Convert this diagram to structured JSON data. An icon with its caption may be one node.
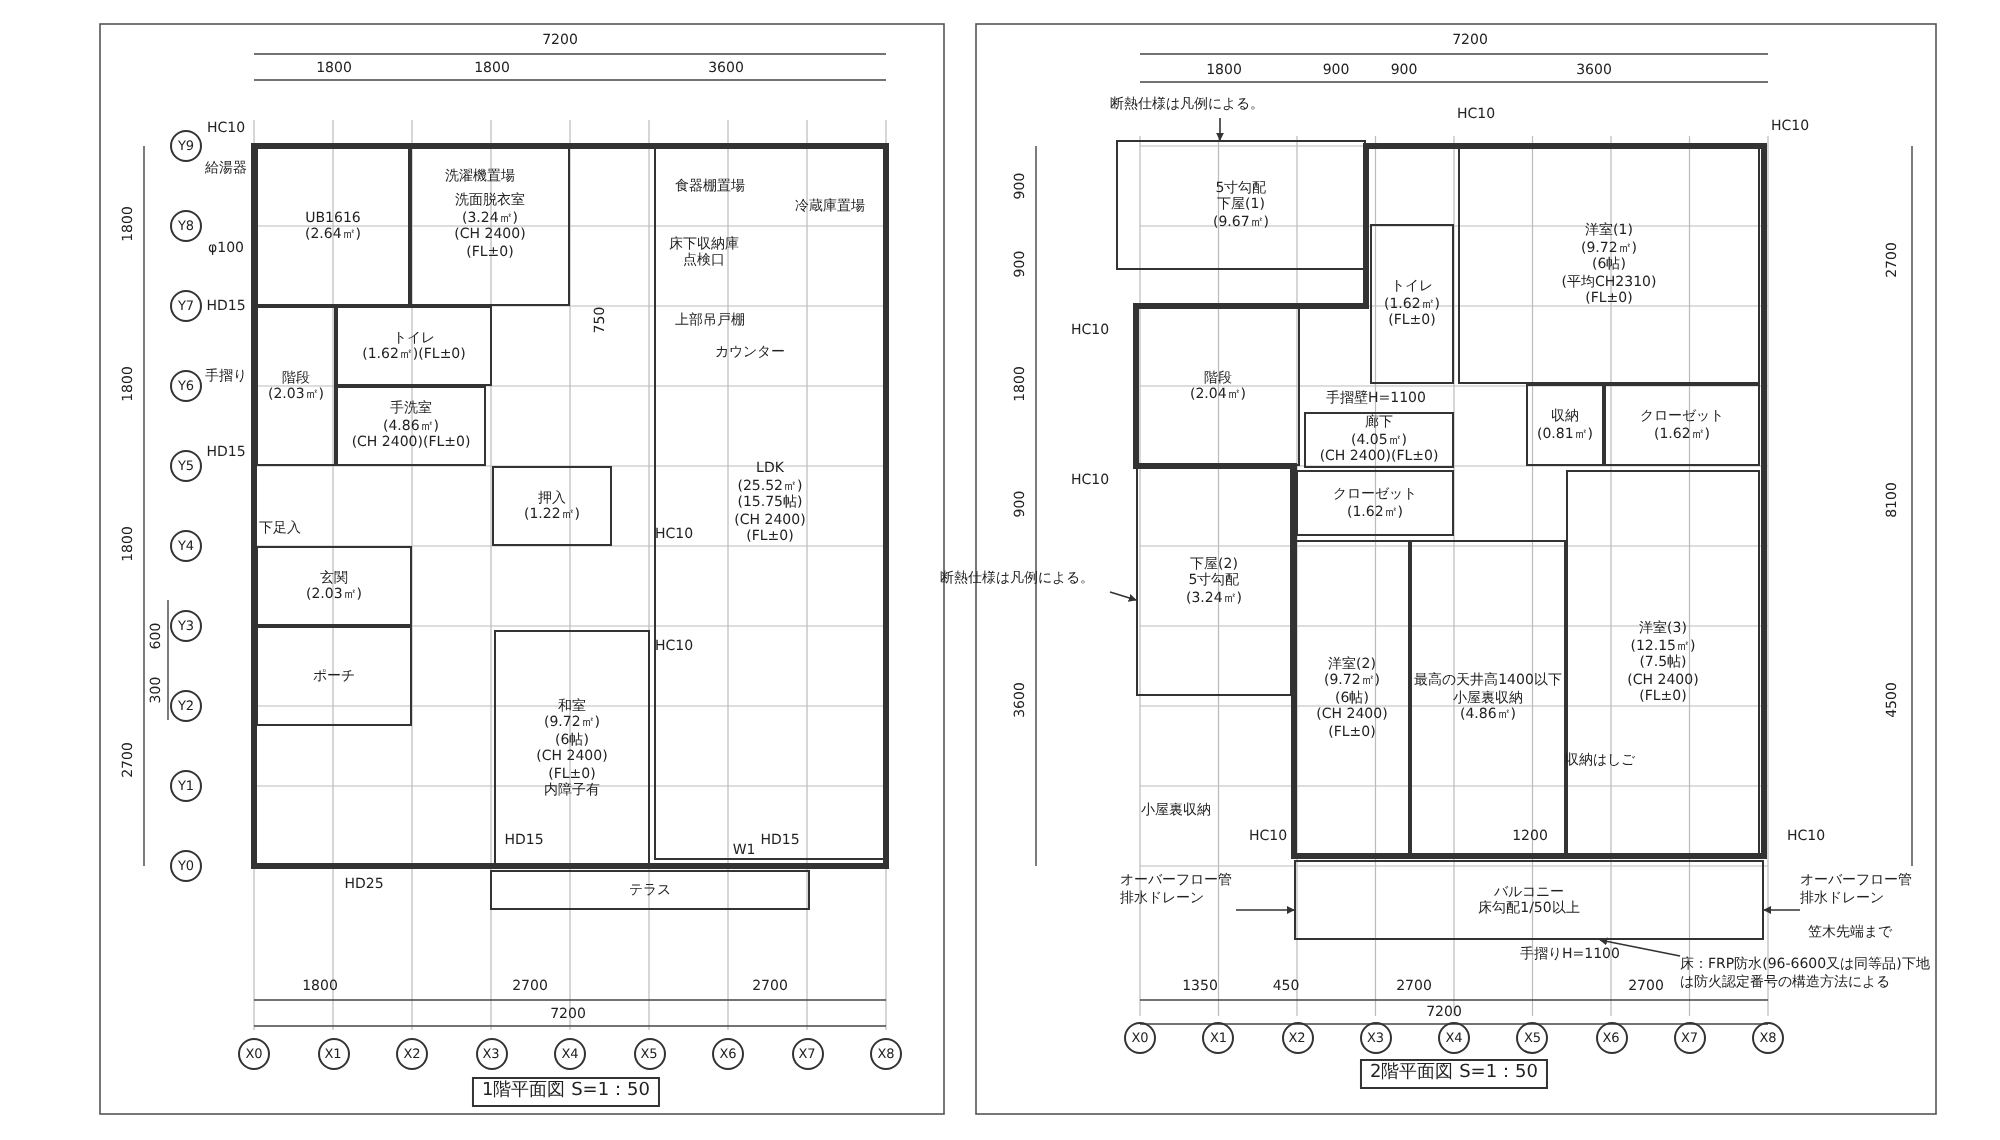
{
  "diagram": {
    "nodes": [
      {
        "text": [
          "UB1616",
          "(2.64㎡)"
        ]
      },
      {
        "text": [
          "洗面脱衣室",
          "(3.24㎡)",
          "(CH 2400)",
          "(FL±0)"
        ]
      },
      {
        "text": [
          "階段",
          "(2.03㎡)"
        ]
      },
      {
        "text": [
          "トイレ",
          "(1.62㎡)(FL±0)"
        ]
      },
      {
        "text": [
          "手洗室",
          "(4.86㎡)",
          "(CH 2400)(FL±0)"
        ]
      },
      {
        "text": [
          "押入",
          "(1.22㎡)"
        ]
      },
      {
        "text": [
          "LDK",
          "(25.52㎡)",
          "(15.75帖)",
          "(CH 2400)",
          "(FL±0)"
        ]
      },
      {
        "text": [
          "玄関",
          "(2.03㎡)"
        ]
      },
      {
        "text": [
          "ポーチ"
        ]
      },
      {
        "text": [
          "和室",
          "(9.72㎡)",
          "(6帖)",
          "(CH 2400)",
          "(FL±0)",
          "内障子有"
        ]
      },
      {
        "text": [
          "テラス"
        ]
      },
      {
        "text": [
          "5寸勾配",
          "下屋(1)",
          "(9.67㎡)"
        ]
      },
      {
        "text": [
          "トイレ",
          "(1.62㎡)",
          "(FL±0)"
        ]
      },
      {
        "text": [
          "洋室(1)",
          "(9.72㎡)",
          "(6帖)",
          "(平均CH2310)",
          "(FL±0)"
        ]
      },
      {
        "text": [
          "階段",
          "(2.04㎡)"
        ]
      },
      {
        "text": [
          "廊下",
          "(4.05㎡)",
          "(CH 2400)(FL±0)"
        ]
      },
      {
        "text": [
          "収納",
          "(0.81㎡)"
        ]
      },
      {
        "text": [
          "クローゼット",
          "(1.62㎡)"
        ]
      },
      {
        "text": [
          "クローゼット",
          "(1.62㎡)"
        ]
      },
      {
        "text": [
          "下屋(2)",
          "5寸勾配",
          "(3.24㎡)"
        ]
      },
      {
        "text": [
          "洋室(2)",
          "(9.72㎡)",
          "(6帖)",
          "(CH 2400)",
          "(FL±0)"
        ]
      },
      {
        "text": [
          "最高の天井高1400以下",
          "小屋裏収納",
          "(4.86㎡)"
        ]
      },
      {
        "text": [
          "洋室(3)",
          "(12.15㎡)",
          "(7.5帖)",
          "(CH 2400)",
          "(FL±0)"
        ]
      },
      {
        "text": [
          "バルコニー",
          "床勾配1/50以上"
        ]
      },
      {
        "text": [
          "断熱仕様は凡例による。"
        ]
      },
      {
        "text": [
          "断熱仕様は凡例による。"
        ]
      },
      {
        "text": [
          "オーバーフロー管排水ドレーン"
        ]
      },
      {
        "text": [
          "オーバーフロー管排水ドレーン"
        ]
      },
      {
        "text": [
          "床：FRP防水(96-6600又は同等品)下地は防火認定番号の構造方法による"
        ]
      }
    ],
    "edges": [
      {
        "from": 24,
        "to": 11,
        "arrow": "to"
      },
      {
        "from": 25,
        "to": 19,
        "arrow": "to"
      },
      {
        "from": 26,
        "to": 23,
        "arrow": "to"
      },
      {
        "from": 27,
        "to": 23,
        "arrow": "to"
      },
      {
        "from": 28,
        "to": 23,
        "arrow": "to"
      }
    ],
    "labels": [
      "7200",
      "1800",
      "1800",
      "3600",
      "1800",
      "1800",
      "1800",
      "600",
      "300",
      "2700",
      "HC10",
      "給湯器",
      "φ100",
      "HD15",
      "手摺り",
      "HD15",
      "下足入",
      "洗濯機置場",
      "食器棚置場",
      "冷蔵庫置場",
      "床下収納庫点検口",
      "上部吊戸棚",
      "カウンター",
      "750",
      "HC10",
      "HC10",
      "HD15",
      "HD15",
      "W1",
      "HD25",
      "1800",
      "2700",
      "2700",
      "7200",
      "Y9",
      "Y8",
      "Y7",
      "Y6",
      "Y5",
      "Y4",
      "Y3",
      "Y2",
      "Y1",
      "Y0",
      "X0",
      "X1",
      "X2",
      "X3",
      "X4",
      "X5",
      "X6",
      "X7",
      "X8",
      "1階平面図 S=1：50",
      "7200",
      "1800",
      "900",
      "900",
      "3600",
      "900",
      "900",
      "1800",
      "900",
      "3600",
      "2700",
      "8100",
      "4500",
      "HC10",
      "HC10",
      "HC10",
      "HC10",
      "手摺壁H=1100",
      "収納はしご",
      "1200",
      "小屋裏収納",
      "HC10",
      "HC10",
      "手摺りH=1100",
      "笠木先端まで",
      "1350",
      "450",
      "2700",
      "2700",
      "7200",
      "X0",
      "X1",
      "X2",
      "X3",
      "X4",
      "X5",
      "X6",
      "X7",
      "X8",
      "2階平面図 S=1：50"
    ]
  }
}
